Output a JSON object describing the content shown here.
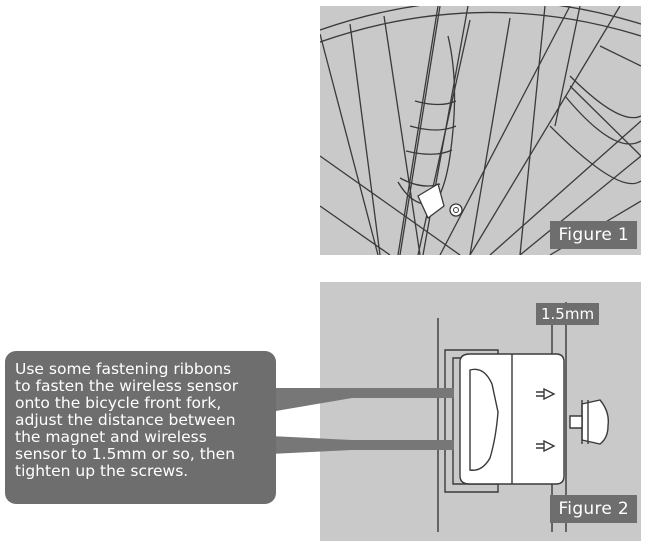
{
  "figure1": {
    "label": "Figure 1",
    "icon": "bicycle-wheel-with-sensor-illustration"
  },
  "figure2": {
    "label": "Figure 2",
    "gap_label": "1.5mm",
    "icon": "sensor-magnet-alignment-illustration"
  },
  "instruction": {
    "text": "Use some fastening ribbons\nto fasten the wireless sensor\nonto the bicycle front fork,\nadjust the distance between\nthe magnet and wireless\nsensor to 1.5mm or so, then\ntighten up the screws."
  },
  "colors": {
    "panel": "#c9c9c9",
    "label_bg": "#6e6e6e",
    "line": "#3a3a3a"
  }
}
